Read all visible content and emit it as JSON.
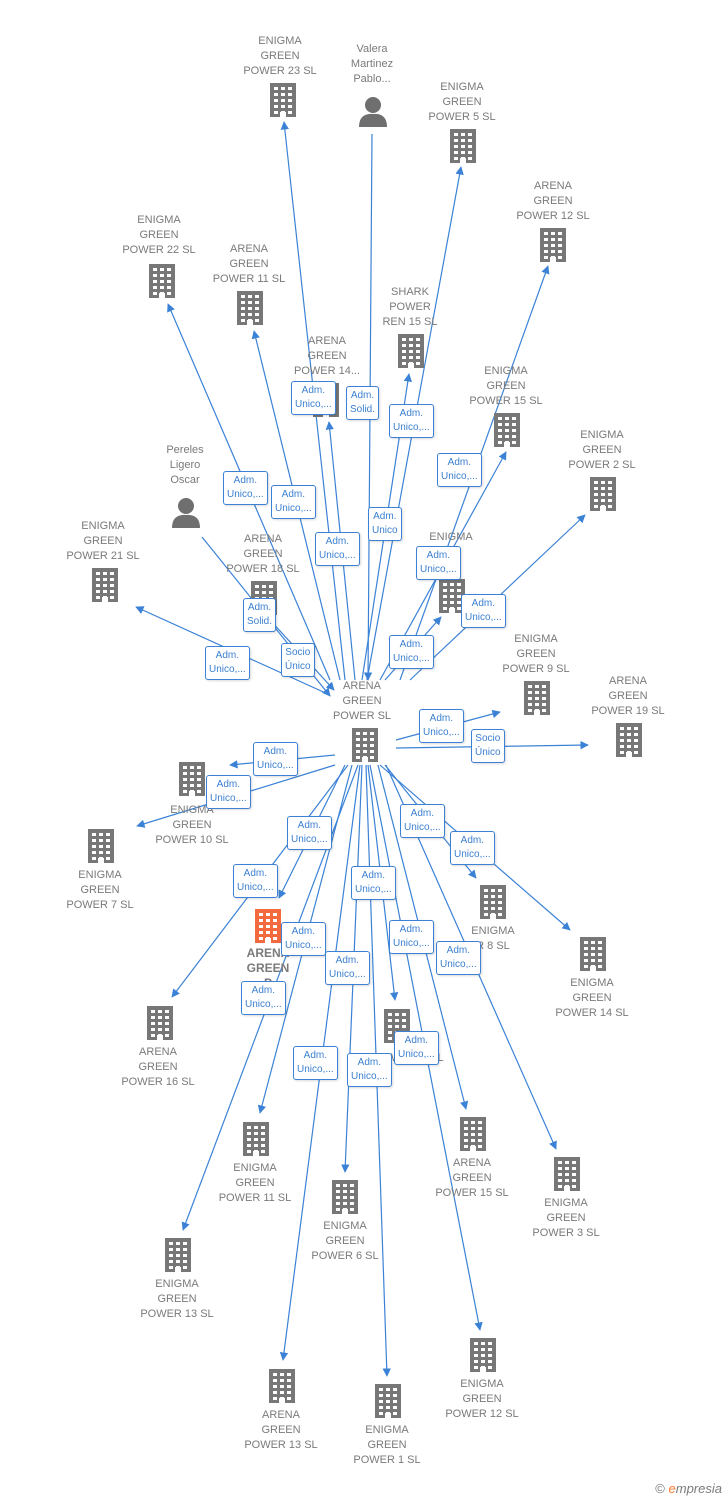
{
  "colors": {
    "edge": "#3b82d6",
    "building": "#777777",
    "highlight": "#f26a3d",
    "person": "#6f6f6f"
  },
  "nodes": [
    {
      "id": "ag_sl",
      "icon": "building-icon",
      "label": "ARENA\nGREEN\nPOWER  SL"
    },
    {
      "id": "eg23",
      "icon": "building-icon",
      "label": "ENIGMA\nGREEN\nPOWER 23  SL"
    },
    {
      "id": "valera",
      "icon": "person-icon",
      "label": "Valera\nMartinez\nPablo..."
    },
    {
      "id": "eg5",
      "icon": "building-icon",
      "label": "ENIGMA\nGREEN\nPOWER 5  SL"
    },
    {
      "id": "ag12t",
      "icon": "building-icon",
      "label": "ARENA\nGREEN\nPOWER 12  SL"
    },
    {
      "id": "eg22",
      "icon": "building-icon",
      "label": "ENIGMA\nGREEN\nPOWER 22  SL"
    },
    {
      "id": "ag11t",
      "icon": "building-icon",
      "label": "ARENA\nGREEN\nPOWER 11  SL"
    },
    {
      "id": "shark",
      "icon": "building-icon",
      "label": "SHARK\nPOWER\nREN 15  SL"
    },
    {
      "id": "ag14",
      "icon": "building-icon",
      "label": "ARENA\nGREEN\nPOWER 14..."
    },
    {
      "id": "eg15",
      "icon": "building-icon",
      "label": "ENIGMA\nGREEN\nPOWER 15  SL"
    },
    {
      "id": "eg2",
      "icon": "building-icon",
      "label": "ENIGMA\nGREEN\nPOWER 2  SL"
    },
    {
      "id": "pereles",
      "icon": "person-icon",
      "label": "Pereles\nLigero\nOscar"
    },
    {
      "id": "eg21",
      "icon": "building-icon",
      "label": "ENIGMA\nGREEN\nPOWER 21  SL"
    },
    {
      "id": "ag18",
      "icon": "building-icon",
      "label": "ARENA\nGREEN\nPOWER 18  SL"
    },
    {
      "id": "egx",
      "icon": "building-icon",
      "label": "ENIGMA\n\nSL"
    },
    {
      "id": "eg9",
      "icon": "building-icon",
      "label": "ENIGMA\nGREEN\nPOWER 9  SL"
    },
    {
      "id": "ag19",
      "icon": "building-icon",
      "label": "ARENA\nGREEN\nPOWER 19  SL"
    },
    {
      "id": "eg10",
      "icon": "building-icon",
      "label": "ENIGMA\nGREEN\nPOWER 10  SL"
    },
    {
      "id": "eg7",
      "icon": "building-icon",
      "label": "ENIGMA\nGREEN\nPOWER 7  SL"
    },
    {
      "id": "ag_hl",
      "icon": "building-icon",
      "label": "ARENA\nGREEN\nP"
    },
    {
      "id": "eg8",
      "icon": "building-icon",
      "label": "ENIGMA\nR 8  SL"
    },
    {
      "id": "eg14",
      "icon": "building-icon",
      "label": "ENIGMA\nGREEN\nPOWER 14  SL"
    },
    {
      "id": "ag16",
      "icon": "building-icon",
      "label": "ARENA\nGREEN\nPOWER 16  SL"
    },
    {
      "id": "ag17",
      "icon": "building-icon",
      "label": "R\nPOWER 17  SL"
    },
    {
      "id": "eg11",
      "icon": "building-icon",
      "label": "ENIGMA\nGREEN\nPOWER 11  SL"
    },
    {
      "id": "ag15",
      "icon": "building-icon",
      "label": "ARENA\nGREEN\nPOWER 15  SL"
    },
    {
      "id": "eg3",
      "icon": "building-icon",
      "label": "ENIGMA\nGREEN\nPOWER 3  SL"
    },
    {
      "id": "eg6",
      "icon": "building-icon",
      "label": "ENIGMA\nGREEN\nPOWER 6  SL"
    },
    {
      "id": "eg13",
      "icon": "building-icon",
      "label": "ENIGMA\nGREEN\nPOWER 13  SL"
    },
    {
      "id": "eg12",
      "icon": "building-icon",
      "label": "ENIGMA\nGREEN\nPOWER 12  SL"
    },
    {
      "id": "ag13",
      "icon": "building-icon",
      "label": "ARENA\nGREEN\nPOWER 13  SL"
    },
    {
      "id": "eg1",
      "icon": "building-icon",
      "label": "ENIGMA\nGREEN\nPOWER 1  SL"
    }
  ],
  "edges": [
    {
      "from": "ag_sl",
      "to": "eg23",
      "label": "Adm.\nUnico,..."
    },
    {
      "from": "valera",
      "to": "ag_sl",
      "label": "Adm.\nSolid."
    },
    {
      "from": "ag_sl",
      "to": "eg5",
      "label": "Adm.\nUnico,..."
    },
    {
      "from": "ag_sl",
      "to": "ag12t",
      "label": "Adm.\nUnico,..."
    },
    {
      "from": "ag_sl",
      "to": "eg22",
      "label": "Adm.\nUnico,..."
    },
    {
      "from": "ag_sl",
      "to": "ag11t",
      "label": "Adm.\nUnico,..."
    },
    {
      "from": "ag_sl",
      "to": "shark",
      "label": "Adm.\nUnico"
    },
    {
      "from": "ag_sl",
      "to": "ag14",
      "label": "Adm.\nUnico,..."
    },
    {
      "from": "ag_sl",
      "to": "eg15",
      "label": "Adm.\nUnico,..."
    },
    {
      "from": "ag_sl",
      "to": "eg2",
      "label": "Adm.\nUnico,..."
    },
    {
      "from": "pereles",
      "to": "ag_sl",
      "label": "Adm.\nSolid."
    },
    {
      "from": "ag18",
      "to": "ag_sl",
      "label": "Socio\nÚnico"
    },
    {
      "from": "ag_sl",
      "to": "eg21",
      "label": "Adm.\nUnico,..."
    },
    {
      "from": "ag_sl",
      "to": "egx",
      "label": "Adm.\nUnico,..."
    },
    {
      "from": "ag_sl",
      "to": "eg9",
      "label": "Adm.\nUnico,..."
    },
    {
      "from": "ag_sl",
      "to": "ag19",
      "label": "Socio\nÚnico"
    },
    {
      "from": "ag_sl",
      "to": "eg10",
      "label": "Adm.\nUnico,..."
    },
    {
      "from": "ag_sl",
      "to": "eg7",
      "label": "Adm.\nUnico,..."
    },
    {
      "from": "ag_sl",
      "to": "ag_hl",
      "label": "Adm.\nUnico,..."
    },
    {
      "from": "ag_sl",
      "to": "eg8",
      "label": "Adm.\nUnico,..."
    },
    {
      "from": "ag_sl",
      "to": "eg14",
      "label": "Adm.\nUnico,..."
    },
    {
      "from": "ag_sl",
      "to": "ag16",
      "label": "Adm.\nUnico,..."
    },
    {
      "from": "ag_sl",
      "to": "ag17",
      "label": "Adm.\nUnico,..."
    },
    {
      "from": "ag_sl",
      "to": "eg11",
      "label": "Adm.\nUnico,..."
    },
    {
      "from": "ag_sl",
      "to": "ag15",
      "label": "Adm.\nUnico,..."
    },
    {
      "from": "ag_sl",
      "to": "eg3",
      "label": "Adm.\nUnico,..."
    },
    {
      "from": "ag_sl",
      "to": "eg6",
      "label": "Adm.\nUnico,..."
    },
    {
      "from": "ag_sl",
      "to": "eg13",
      "label": "Adm.\nUnico,..."
    },
    {
      "from": "ag_sl",
      "to": "eg12",
      "label": "Adm.\nUnico,..."
    },
    {
      "from": "ag_sl",
      "to": "ag13",
      "label": "Adm.\nUnico,..."
    },
    {
      "from": "ag_sl",
      "to": "eg1",
      "label": "Adm.\nUnico,..."
    }
  ],
  "footer": {
    "copyright": "©",
    "brand_first": "e",
    "brand_rest": "mpresia"
  }
}
